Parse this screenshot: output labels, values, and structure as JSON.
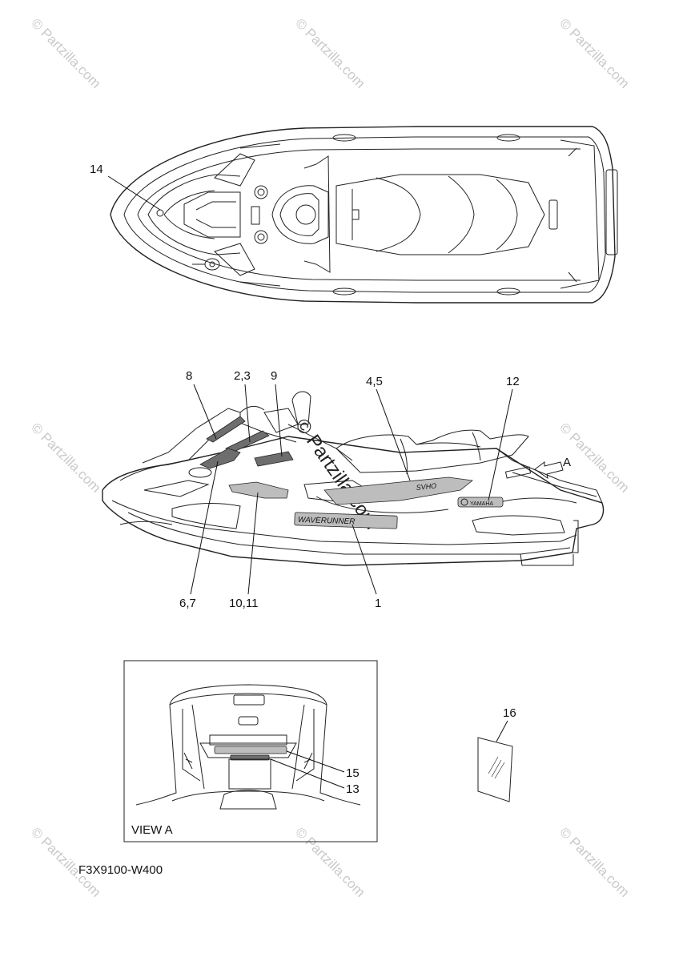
{
  "callouts": {
    "c14": "14",
    "c8": "8",
    "c2_3": "2,3",
    "c9": "9",
    "c4_5": "4,5",
    "c12": "12",
    "cA": "A",
    "c6_7": "6,7",
    "c10_11": "10,11",
    "c1": "1",
    "c16": "16",
    "c15": "15",
    "c13": "13"
  },
  "view_a_label": "VIEW A",
  "figure_code": "F3X9100-W400",
  "decal_text": {
    "waverunner": "WAVERUNNER",
    "svho": "SVHO",
    "yamaha": "YAMAHA"
  },
  "watermark": {
    "text": "© Partzilla.com",
    "center_text": "© Partzilla.com"
  }
}
